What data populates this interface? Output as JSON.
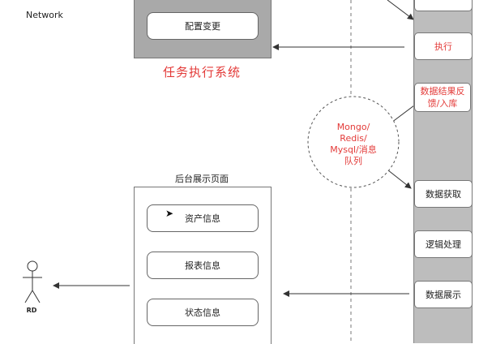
{
  "network_label": "Network",
  "task_system": {
    "title": "任务执行系统",
    "button_label": "配置变更"
  },
  "backend": {
    "title": "后台展示页面",
    "items": [
      "资产信息",
      "报表信息",
      "状态信息"
    ]
  },
  "pipeline": {
    "steps": [
      "执行",
      "数据结果反馈/入库",
      "数据获取",
      "逻辑处理",
      "数据展示"
    ]
  },
  "storage": {
    "lines": [
      "Mongo/",
      "Redis/",
      "Mysql/消息",
      "队列"
    ]
  },
  "actor": {
    "label": "RD"
  },
  "colors": {
    "accent_red": "#e33a38",
    "panel_gray": "#a9a9a9",
    "strip_gray": "#bdbdbd",
    "line": "#555555"
  }
}
